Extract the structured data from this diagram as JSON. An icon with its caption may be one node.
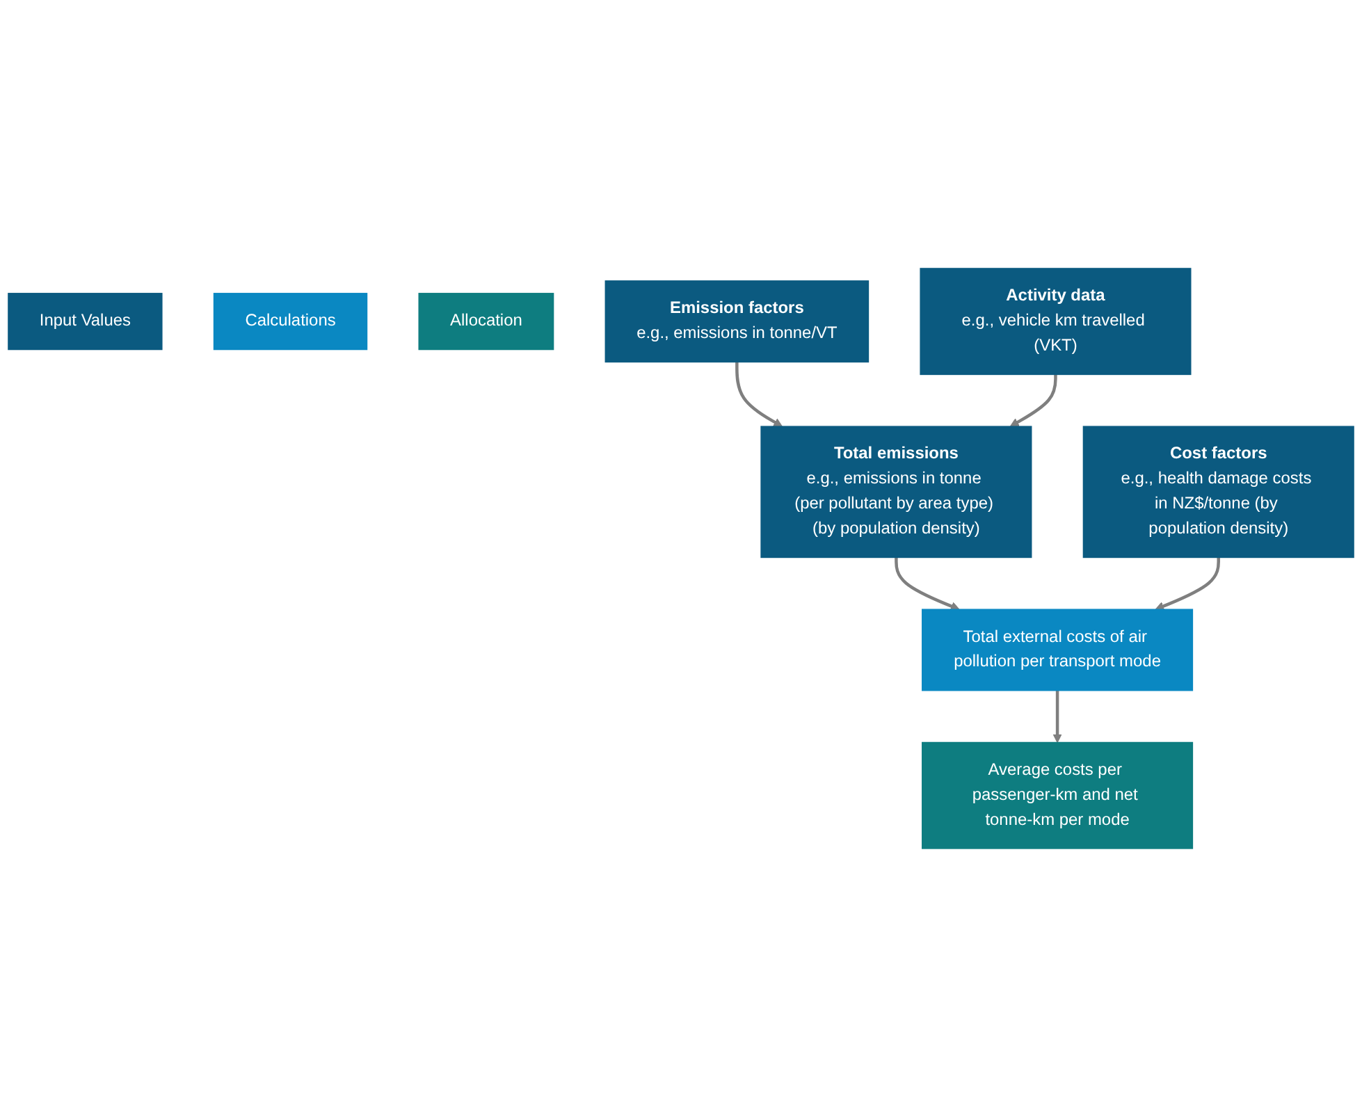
{
  "diagram": {
    "nodes": [
      {
        "text": [
          "Input Values"
        ]
      },
      {
        "text": [
          "Calculations"
        ]
      },
      {
        "text": [
          "Allocation"
        ]
      },
      {
        "text": [
          "Emission factors",
          "e.g., emissions in tonne/VT"
        ]
      },
      {
        "text": [
          "Activity data",
          "e.g., vehicle km travelled (VKT)"
        ]
      },
      {
        "text": [
          "Cost factors",
          "e.g., health damage costs in NZ$/tonne (by population density)"
        ]
      },
      {
        "text": [
          "Total emissions",
          "e.g., emissions in tonne (per pollutant by area type) (by population density)"
        ]
      },
      {
        "text": [
          "Total external costs of air pollution per transport mode"
        ]
      },
      {
        "text": [
          "Average costs per passenger-km and net tonne-km per mode"
        ]
      }
    ],
    "edges": [
      {
        "from": 3,
        "to": 6,
        "arrow": "to"
      },
      {
        "from": 4,
        "to": 6,
        "arrow": "to"
      },
      {
        "from": 6,
        "to": 7,
        "arrow": "to"
      },
      {
        "from": 5,
        "to": 7,
        "arrow": "to"
      },
      {
        "from": 7,
        "to": 8,
        "arrow": "to"
      }
    ]
  }
}
